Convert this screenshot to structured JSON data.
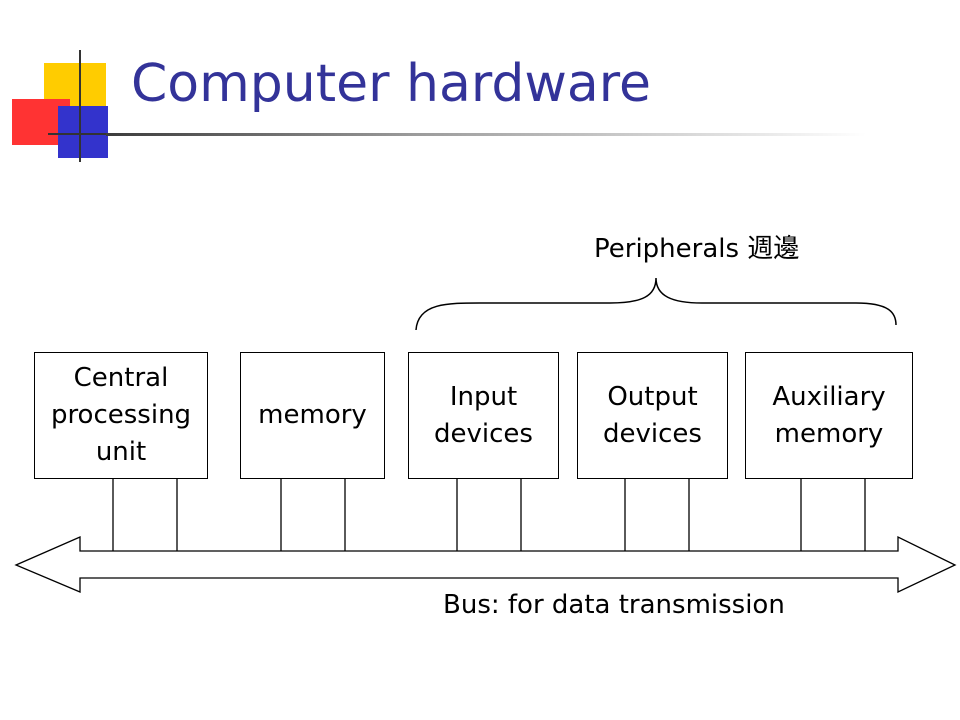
{
  "slide": {
    "title": "Computer hardware",
    "peripherals_label": "Peripherals 週邊",
    "bus_label": "Bus: for data transmission",
    "components": [
      {
        "label": "Central\nprocessing\nunit"
      },
      {
        "label": "memory"
      },
      {
        "label": "Input\ndevices"
      },
      {
        "label": "Output\ndevices"
      },
      {
        "label": "Auxiliary\nmemory"
      }
    ]
  },
  "colors": {
    "title": "#333399",
    "accent_yellow": "#ffcc00",
    "accent_red": "#ff3333",
    "accent_blue": "#3333cc",
    "text": "#000000"
  }
}
